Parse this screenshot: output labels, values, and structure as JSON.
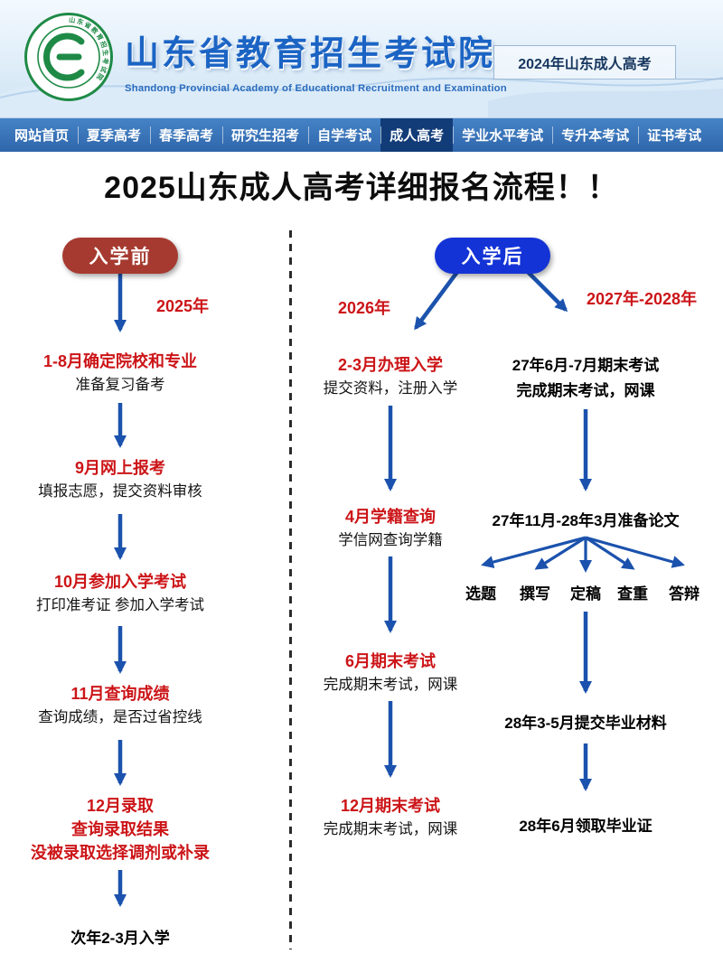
{
  "colors": {
    "brand_blue": "#1b64c4",
    "nav_blue": "#2f66ab",
    "nav_active_blue": "#123c78",
    "accent_red": "#cc1518",
    "pill_red": "#a63a30",
    "pill_blue": "#1433d6",
    "arrow_blue": "#1b52ad",
    "emblem_green": "#1e8a46"
  },
  "header": {
    "title": "山东省教育招生考试院",
    "subtitle": "Shandong Provincial Academy of Educational Recruitment and Examination",
    "badge": "2024年山东成人高考",
    "logo_ring_text": "山东省教育招生考试院"
  },
  "nav": {
    "items": [
      "网站首页",
      "夏季高考",
      "春季高考",
      "研究生招考",
      "自学考试",
      "成人高考",
      "学业水平考试",
      "专升本考试",
      "证书考试"
    ],
    "active": "成人高考"
  },
  "title": "2025山东成人高考详细报名流程！！",
  "flow": {
    "before": {
      "pill": "入学前",
      "year": "2025年",
      "steps": [
        {
          "title": "1-8月确定院校和专业",
          "desc": "准备复习备考"
        },
        {
          "title": "9月网上报考",
          "desc": "填报志愿，提交资料审核"
        },
        {
          "title": "10月参加入学考试",
          "desc": "打印准考证 参加入学考试"
        },
        {
          "title": "11月查询成绩",
          "desc": "查询成绩，是否过省控线"
        },
        {
          "title": "12月录取",
          "line2": "查询录取结果",
          "line3": "没被录取选择调剂或补录"
        }
      ],
      "final": "次年2-3月入学"
    },
    "after": {
      "pill": "入学后",
      "mid_year": "2026年",
      "right_year": "2027年-2028年",
      "mid_steps": [
        {
          "title": "2-3月办理入学",
          "desc": "提交资料，注册入学"
        },
        {
          "title": "4月学籍查询",
          "desc": "学信网查询学籍"
        },
        {
          "title": "6月期末考试",
          "desc": "完成期末考试，网课"
        },
        {
          "title": "12月期末考试",
          "desc": "完成期末考试，网课"
        }
      ],
      "right_track": {
        "exam_title": "27年6月-7月期末考试",
        "exam_desc": "完成期末考试，网课",
        "thesis": "27年11月-28年3月准备论文",
        "thesis_items": [
          "选题",
          "撰写",
          "定稿",
          "查重",
          "答辩"
        ],
        "materials": "28年3-5月提交毕业材料",
        "diploma": "28年6月领取毕业证"
      }
    }
  }
}
